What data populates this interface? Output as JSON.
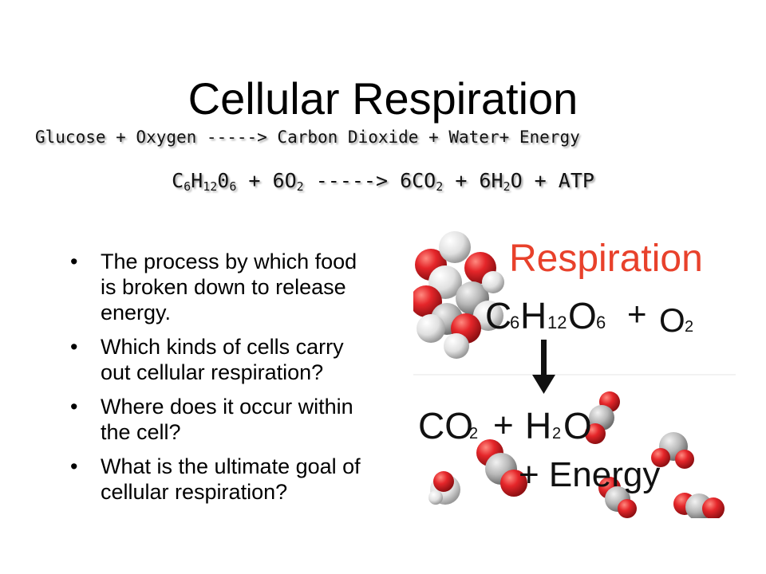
{
  "slide": {
    "title": "Cellular Respiration",
    "word_equation": "Glucose + Oxygen -----> Carbon Dioxide + Water+ Energy",
    "chemical_equation": {
      "c": "C",
      "c_sub": "6",
      "h": "H",
      "h_sub": "12",
      "o": "0",
      "o_sub": "6",
      "plus1": " + 6O",
      "o2_sub": "2",
      "arrow": " -----> 6CO",
      "co2_sub": "2",
      "plus2": " + 6H",
      "h2_sub": "2",
      "rest": "O + ATP"
    },
    "bullets": [
      "The process by which food is broken down to release energy.",
      "Which kinds of cells carry out cellular respiration?",
      "Where does it occur within the cell?",
      "What is the ultimate goal of cellular respiration?"
    ],
    "bullet_glyph": "•"
  },
  "figure": {
    "heading": "Respiration",
    "reactant_c": "C",
    "reactant_c_sub": "6",
    "reactant_h": "H",
    "reactant_h_sub": "12",
    "reactant_o": "O",
    "reactant_o_sub": "6",
    "reactant_plus": "+",
    "reactant_o2": "O",
    "reactant_o2_sub": "2",
    "product_co": "CO",
    "product_co_sub": "2",
    "product_plus": "+",
    "product_h": "H",
    "product_h_sub": "2",
    "product_o": "O",
    "product_energy": "+ Energy",
    "colors": {
      "heading": "#e8412b",
      "oxygen_atom": "#e5262a",
      "hydrogen_atom": "#e6e6e6",
      "carbon_atom": "#b8b8b8",
      "arrow": "#111111"
    }
  }
}
